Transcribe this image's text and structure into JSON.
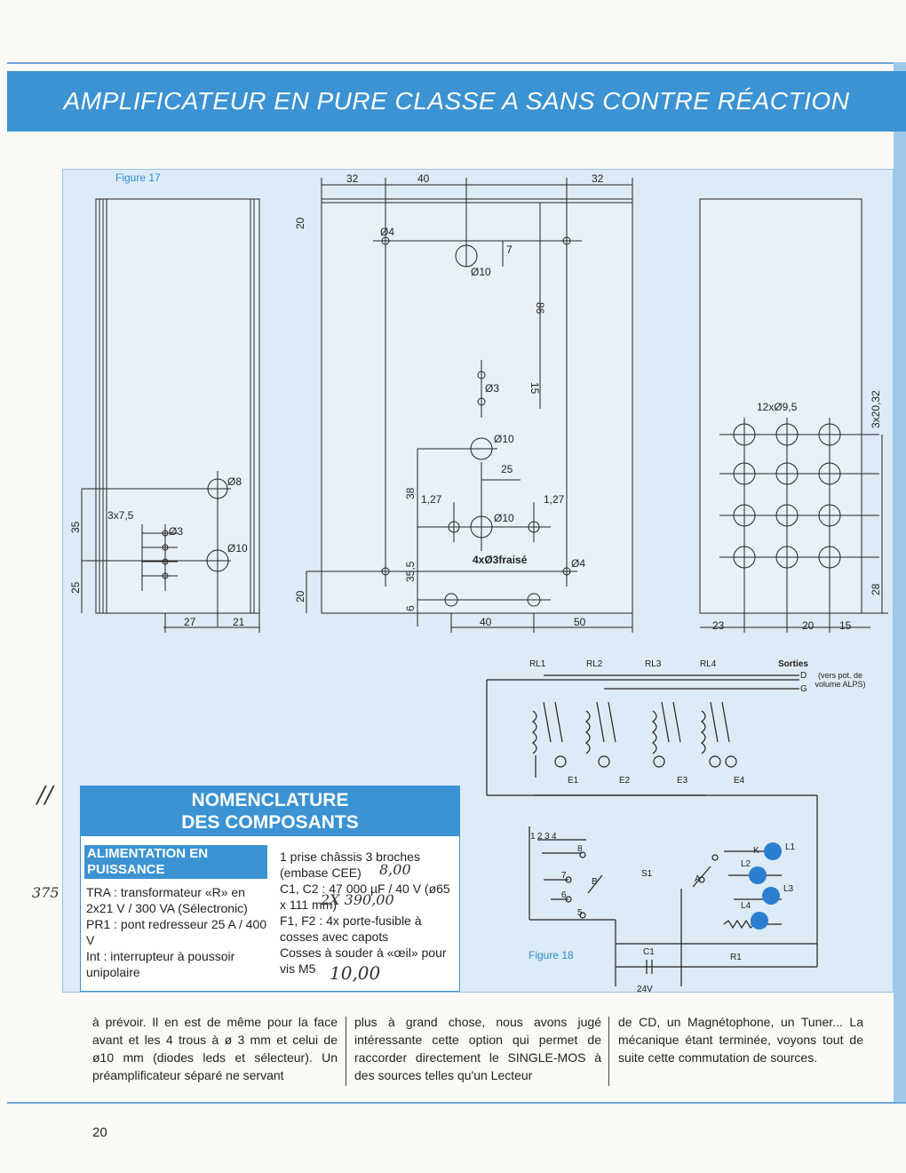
{
  "header": {
    "title": "AMPLIFICATEUR EN PURE CLASSE A SANS CONTRE RÉACTION"
  },
  "fig17": {
    "label": "Figure 17",
    "left": {
      "d35": "35",
      "d25": "25",
      "d27": "27",
      "d21": "21",
      "holes": "3x7,5",
      "d3": "Ø3",
      "d8": "Ø8",
      "d10": "Ø10"
    },
    "mid": {
      "d32a": "32",
      "d40": "40",
      "d32b": "32",
      "d20a": "20",
      "d4a": "Ø4",
      "d7": "7",
      "d10a": "Ø10",
      "d86": "86",
      "d3": "Ø3",
      "d15": "15",
      "d10b": "Ø10",
      "d25": "25",
      "d38": "38",
      "d127a": "1,27",
      "d127b": "1,27",
      "d10c": "Ø10",
      "fraise": "4xØ3fraisé",
      "d4b": "Ø4",
      "d355": "35,5",
      "d20b": "20",
      "d6": "6",
      "d40b": "40",
      "d50": "50"
    },
    "right": {
      "holes": "12xØ9,5",
      "d2032": "3x20,32",
      "d28": "28",
      "d23": "23",
      "d20": "20",
      "d15": "15"
    }
  },
  "fig18": {
    "label": "Figure 18",
    "relays": [
      "RL1",
      "RL2",
      "RL3",
      "RL4"
    ],
    "sorties": "Sorties",
    "sorties_note": "(vers pot. de volume ALPS)",
    "d": "D",
    "g": "G",
    "inputs": [
      "E1",
      "E2",
      "E3",
      "E4"
    ],
    "switch": "S1",
    "pins": [
      "1",
      "2",
      "3",
      "4",
      "5",
      "6",
      "7",
      "8"
    ],
    "a": "A",
    "b": "B",
    "leds": [
      "L1",
      "L2",
      "L3",
      "L4"
    ],
    "k": "K",
    "c1": "C1",
    "r1": "R1",
    "v24": "24V"
  },
  "nomenclature": {
    "title_line1": "NOMENCLATURE",
    "title_line2": "DES COMPOSANTS",
    "section": "ALIMENTATION EN PUISSANCE",
    "left_items": [
      "TRA : transformateur «R» en 2x21 V / 300 VA (Sélectronic)",
      "PR1 : pont redresseur 25 A / 400 V",
      "Int : interrupteur à poussoir unipolaire"
    ],
    "right_items": [
      "1 prise châssis 3 broches (embase CEE)",
      "C1, C2 : 47 000 µF / 40 V (ø65 x 111 mm)",
      "F1, F2 : 4x porte-fusible à cosses avec capots",
      "Cosses à souder à «œil» pour vis M5"
    ],
    "hand_notes": [
      "8,00",
      "2X 390,00",
      "10,00"
    ]
  },
  "margin_notes": {
    "slashes": "//",
    "num": "375"
  },
  "body": {
    "col1": "à prévoir. Il en est de même pour la face avant et les 4 trous à ø 3 mm et celui de ø10 mm (diodes leds et sélecteur). Un préamplificateur séparé ne servant",
    "col2": "plus à grand chose, nous avons jugé intéressante cette option qui permet de raccorder directement le SINGLE-MOS à des sources telles qu'un Lecteur",
    "col3": "de CD, un Magnétophone, un Tuner... La mécanique étant terminée, voyons tout de suite cette commutation de sources."
  },
  "page_number": "20"
}
